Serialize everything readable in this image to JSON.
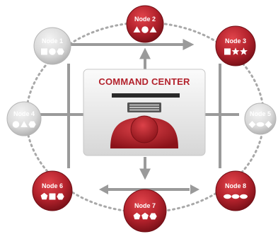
{
  "command_center": {
    "title": "COMMAND CENTER"
  },
  "nodes": [
    {
      "label": "Node 1",
      "active": false,
      "shapes": [
        "square",
        "circle",
        "hexagon"
      ]
    },
    {
      "label": "Node 2",
      "active": true,
      "shapes": [
        "triangle",
        "circle",
        "triangle"
      ]
    },
    {
      "label": "Node 3",
      "active": true,
      "shapes": [
        "square",
        "star",
        "star"
      ]
    },
    {
      "label": "Node 4",
      "active": false,
      "shapes": [
        "circle",
        "triangle",
        "hexagon"
      ]
    },
    {
      "label": "Node 5",
      "active": false,
      "shapes": [
        "diamond",
        "ellipse",
        "diamond"
      ]
    },
    {
      "label": "Node 6",
      "active": true,
      "shapes": [
        "pentagon",
        "square",
        "hexagon"
      ]
    },
    {
      "label": "Node 7",
      "active": true,
      "shapes": [
        "pentagon",
        "pentagon",
        "hexagon"
      ]
    },
    {
      "label": "Node 8",
      "active": true,
      "shapes": [
        "ellipse",
        "ellipse",
        "ellipse"
      ]
    }
  ],
  "colors": {
    "active_node": "#b3222c",
    "inactive_node": "#d4d4d4",
    "connector": "#9a9a9a",
    "accent_text": "#b3222c"
  }
}
